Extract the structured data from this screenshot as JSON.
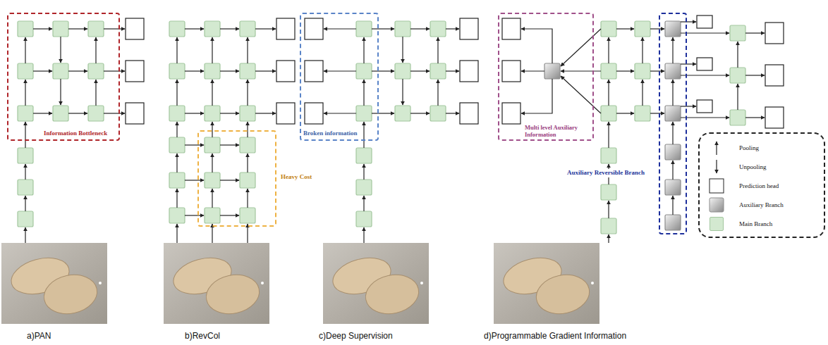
{
  "diagram": {
    "nodes": [
      {
        "text": [
          "Information Bottleneck"
        ]
      },
      {
        "text": [
          "Heavy Cost"
        ]
      },
      {
        "text": [
          "Broken information"
        ]
      },
      {
        "text": [
          "Multi level Auxiliary Information"
        ]
      },
      {
        "text": [
          "Auxiliary Reversible Branch"
        ]
      }
    ],
    "labels": [
      "a)PAN",
      "b)RevCol",
      "c)Deep Supervision",
      "d)Programmable Gradient Information"
    ],
    "legend": [
      {
        "text": "Pooling"
      },
      {
        "text": "Unpooling"
      },
      {
        "text": "Prediction head"
      },
      {
        "text": "Auxiliary Branch"
      },
      {
        "text": "Main Branch",
        "color": "#d3e9d0"
      }
    ]
  }
}
